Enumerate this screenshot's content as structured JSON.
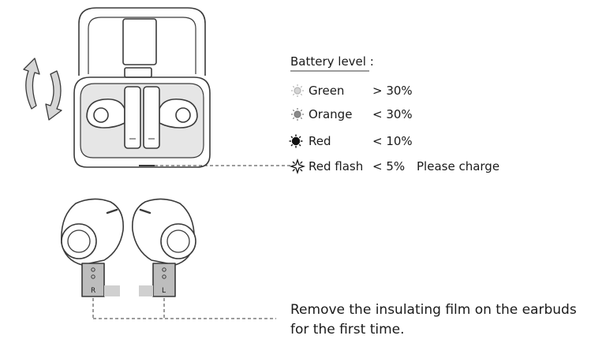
{
  "battery": {
    "title": "Battery level :",
    "rows": [
      {
        "icon": "sun-light-icon",
        "color_name": "Green",
        "value": "> 30%",
        "note": ""
      },
      {
        "icon": "sun-medium-icon",
        "color_name": "Orange",
        "value": "< 30%",
        "note": ""
      },
      {
        "icon": "sun-dark-icon",
        "color_name": "Red",
        "value": "< 10%",
        "note": ""
      },
      {
        "icon": "flash-star-icon",
        "color_name": "Red flash",
        "value": "< 5%",
        "note": "Please charge"
      }
    ]
  },
  "earbuds": {
    "left_mark": "R",
    "right_mark": "L",
    "instruction_line1": "Remove the insulating film on the earbuds",
    "instruction_line2": "for the first time."
  },
  "colors": {
    "stroke": "#3a3a3a",
    "case_fill": "#e6e6e6",
    "stem_fill": "#bdbdbd",
    "led_green": "#d4d4d4",
    "led_orange": "#8a8a8a",
    "led_red": "#111111"
  }
}
